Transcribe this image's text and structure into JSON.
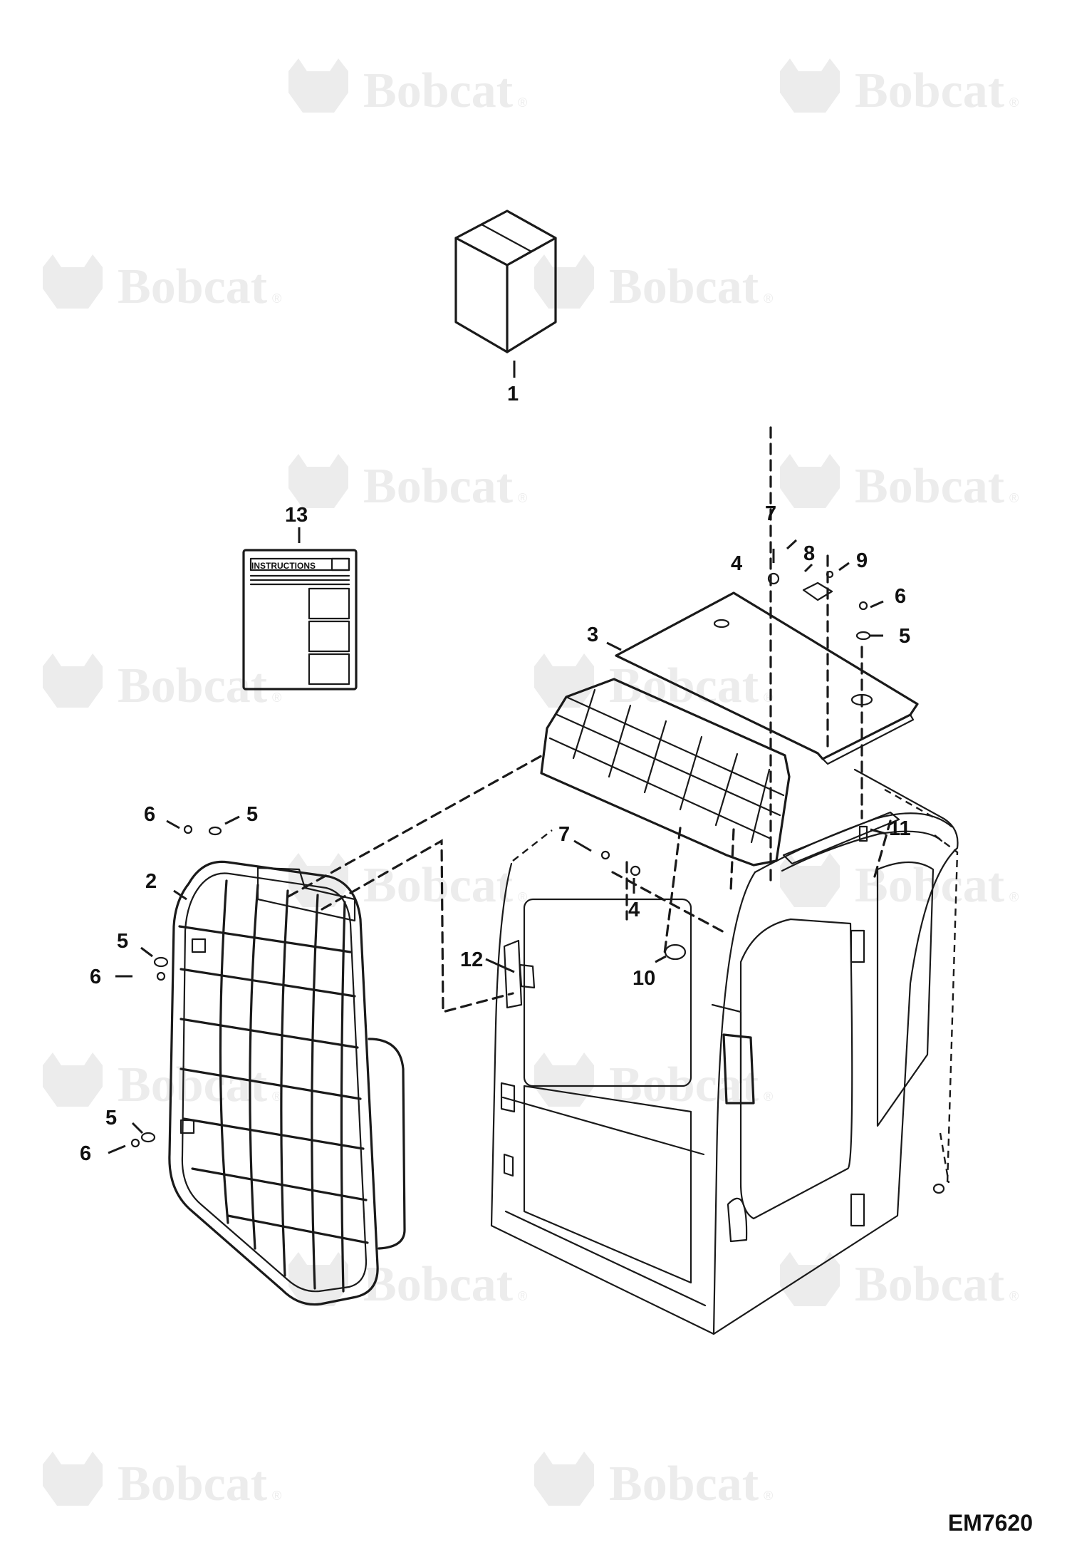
{
  "watermark": {
    "brand": "Bobcat",
    "trademark": "®"
  },
  "callouts": [
    {
      "id": "c1",
      "label": "1"
    },
    {
      "id": "c13",
      "label": "13"
    },
    {
      "id": "c7a",
      "label": "7"
    },
    {
      "id": "c4a",
      "label": "4"
    },
    {
      "id": "c8",
      "label": "8"
    },
    {
      "id": "c9",
      "label": "9"
    },
    {
      "id": "c6a",
      "label": "6"
    },
    {
      "id": "c5a",
      "label": "5"
    },
    {
      "id": "c3",
      "label": "3"
    },
    {
      "id": "c6b",
      "label": "6"
    },
    {
      "id": "c5b",
      "label": "5"
    },
    {
      "id": "c11",
      "label": "11"
    },
    {
      "id": "c2",
      "label": "2"
    },
    {
      "id": "c7b",
      "label": "7"
    },
    {
      "id": "c4b",
      "label": "4"
    },
    {
      "id": "c5c",
      "label": "5"
    },
    {
      "id": "c6c",
      "label": "6"
    },
    {
      "id": "c12",
      "label": "12"
    },
    {
      "id": "c10",
      "label": "10"
    },
    {
      "id": "c5d",
      "label": "5"
    },
    {
      "id": "c6d",
      "label": "6"
    }
  ],
  "instructions_card": {
    "heading": "INSTRUCTIONS"
  },
  "figure_id": "EM7620"
}
